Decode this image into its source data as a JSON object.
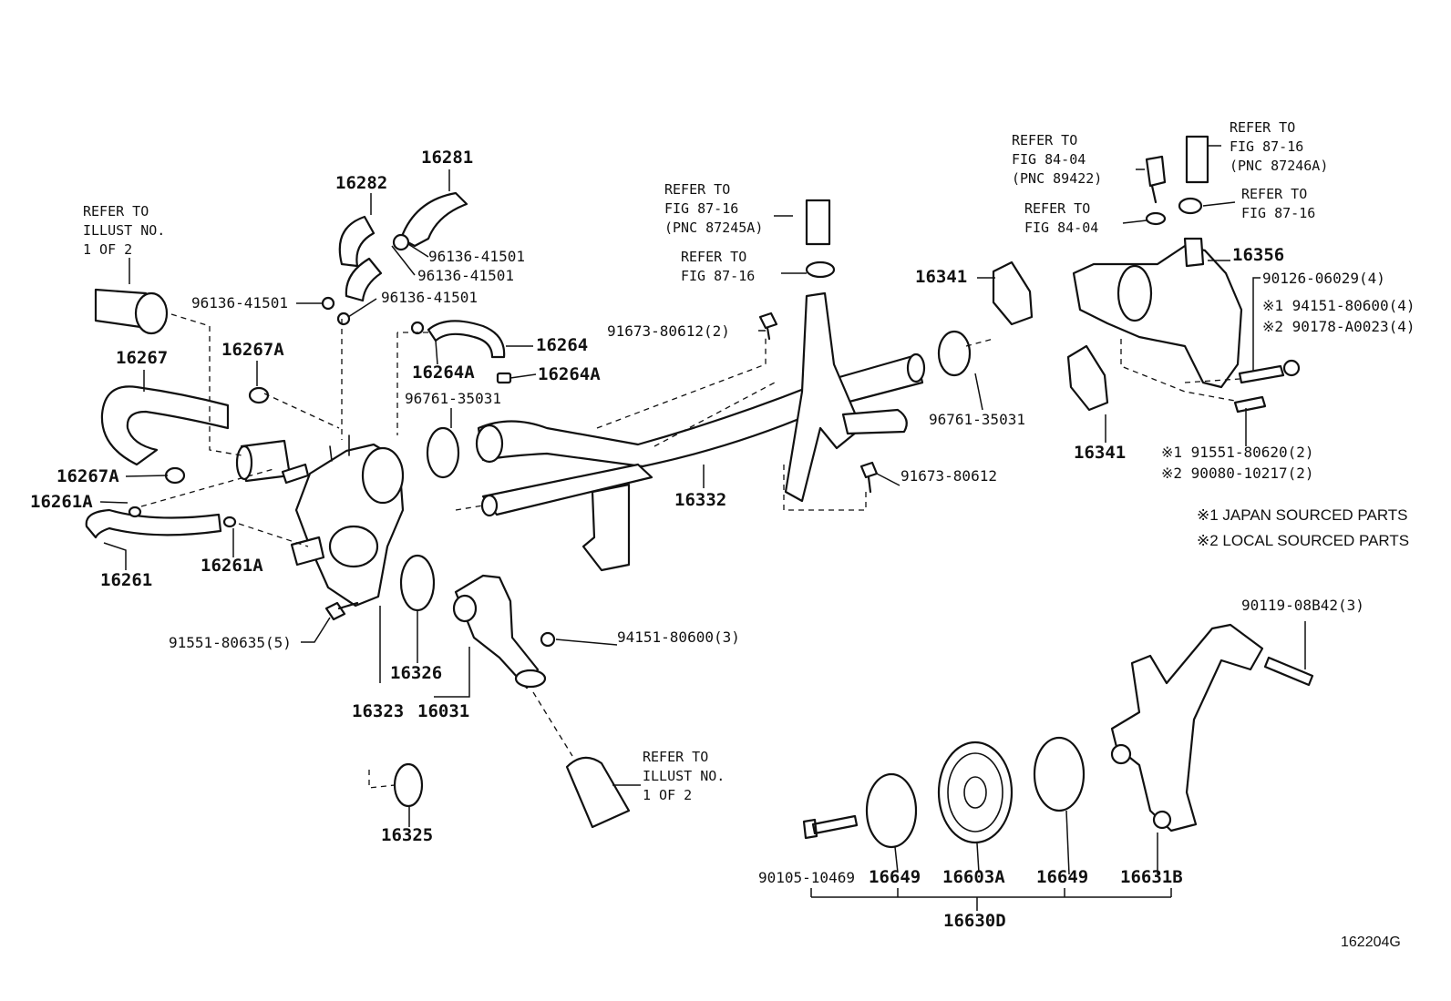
{
  "diagram": {
    "parts": {
      "p16281": "16281",
      "p16282": "16282",
      "p96136_a": "96136-41501",
      "p96136_b": "96136-41501",
      "p96136_c": "96136-41501",
      "p96136_d": "96136-41501",
      "p16267": "16267",
      "p16267A_top": "16267A",
      "p16267A_left": "16267A",
      "p16261A_left": "16261A",
      "p16261A_right": "16261A",
      "p16261": "16261",
      "p16264": "16264",
      "p16264A_a": "16264A",
      "p16264A_b": "16264A",
      "p96761_left": "96761-35031",
      "p96761_right": "96761-35031",
      "p91673_top": "91673-80612(2)",
      "p91673_bot": "91673-80612",
      "p16332": "16332",
      "p16341_top": "16341",
      "p16341_bot": "16341",
      "p16356": "16356",
      "p90126": "90126-06029(4)",
      "p94151_80600_4": "※1 94151-80600(4)",
      "p90178": "※2 90178-A0023(4)",
      "p91551_80620": "※1  91551-80620(2)",
      "p90080": "※2  90080-10217(2)",
      "p91551_80635": "91551-80635(5)",
      "p94151_80600_3": "94151-80600(3)",
      "p16326": "16326",
      "p16323": "16323",
      "p16031": "16031",
      "p16325": "16325",
      "p90119": "90119-08B42(3)",
      "p90105": "90105-10469",
      "p16649_a": "16649",
      "p16603A": "16603A",
      "p16649_b": "16649",
      "p16631B": "16631B",
      "p16630D": "16630D"
    },
    "refs": {
      "illust_top": "REFER TO\nILLUST NO.\n1 OF 2",
      "illust_bottom": "REFER TO\nILLUST NO.\n1 OF 2",
      "fig87_16_pnc87245A": "REFER TO\nFIG 87-16\n(PNC 87245A)",
      "fig87_16_clamp": "REFER TO\nFIG 87-16",
      "fig84_04_pnc89422": "REFER TO\nFIG 84-04\n(PNC 89422)",
      "fig84_04_gasket": "REFER TO\nFIG 84-04",
      "fig87_16_pnc87246A": "REFER TO\nFIG 87-16\n(PNC 87246A)",
      "fig87_16_right": "REFER TO\nFIG 87-16"
    },
    "notes": {
      "japan": "※1 JAPAN SOURCED PARTS",
      "local": "※2 LOCAL SOURCED PARTS"
    },
    "figure_code": "162204G"
  }
}
